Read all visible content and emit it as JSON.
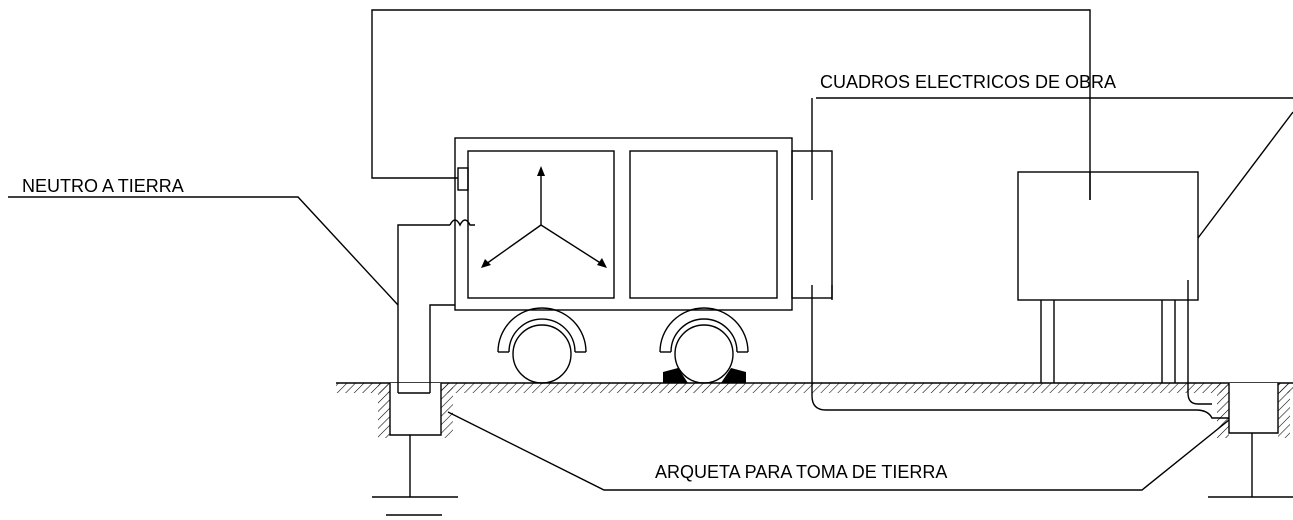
{
  "labels": {
    "neutro": "NEUTRO A TIERRA",
    "cuadros": "CUADROS ELECTRICOS DE OBRA",
    "arqueta": "ARQUETA PARA TOMA DE TIERRA"
  },
  "colors": {
    "line": "#000000",
    "background": "#ffffff"
  }
}
